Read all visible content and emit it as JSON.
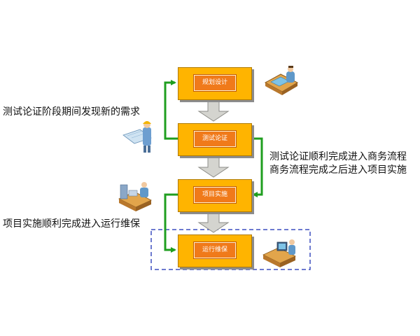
{
  "stages": [
    {
      "label": "规划设计"
    },
    {
      "label": "测试论证"
    },
    {
      "label": "项目实施"
    },
    {
      "label": "运行维保"
    }
  ],
  "notes": {
    "left_top": "测试论证阶段期间发现新的需求",
    "right_line1": "测试论证顺利完成进入商务流程",
    "right_line2": "商务流程完成之后进入项目实施",
    "left_bottom": "项目实施顺利完成进入运行维保"
  },
  "colors": {
    "stage_fill": "#ffb400",
    "label_fill": "#f07a1a",
    "green_arrow": "#1f9e1f",
    "grey_arrow": "#d4d4cf",
    "dashed_box": "#3d4fbf"
  },
  "icons": [
    "person-at-desk-icon",
    "person-with-blueprint-icon",
    "person-at-workbench-icon",
    "person-at-computer-icon"
  ]
}
